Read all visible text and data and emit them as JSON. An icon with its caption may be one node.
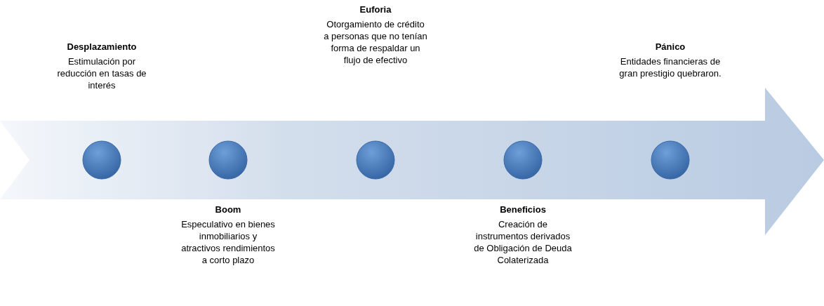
{
  "diagram": {
    "nodes": [
      {
        "text": [],
        "shape": "arrow"
      },
      {
        "text": [],
        "shape": "circle",
        "in": 0,
        "beside": [
          "Desplazamiento",
          "Estimulación por reducción en tasas de interés"
        ]
      },
      {
        "text": [],
        "shape": "circle",
        "in": 0,
        "beside": [
          "Boom",
          "Especulativo en bienes inmobiliarios y atractivos rendimientos a corto plazo"
        ]
      },
      {
        "text": [],
        "shape": "circle",
        "in": 0,
        "beside": [
          "Euforia",
          "Otorgamiento de crédito a personas que no tenían forma de respaldar un flujo de efectivo"
        ]
      },
      {
        "text": [],
        "shape": "circle",
        "in": 0,
        "beside": [
          "Beneficios",
          "Creación de instrumentos derivados de Obligación de Deuda Colaterizada"
        ]
      },
      {
        "text": [],
        "shape": "circle",
        "in": 0,
        "beside": [
          "Pánico",
          "Entidades financieras de gran prestigio quebraron."
        ]
      }
    ]
  }
}
